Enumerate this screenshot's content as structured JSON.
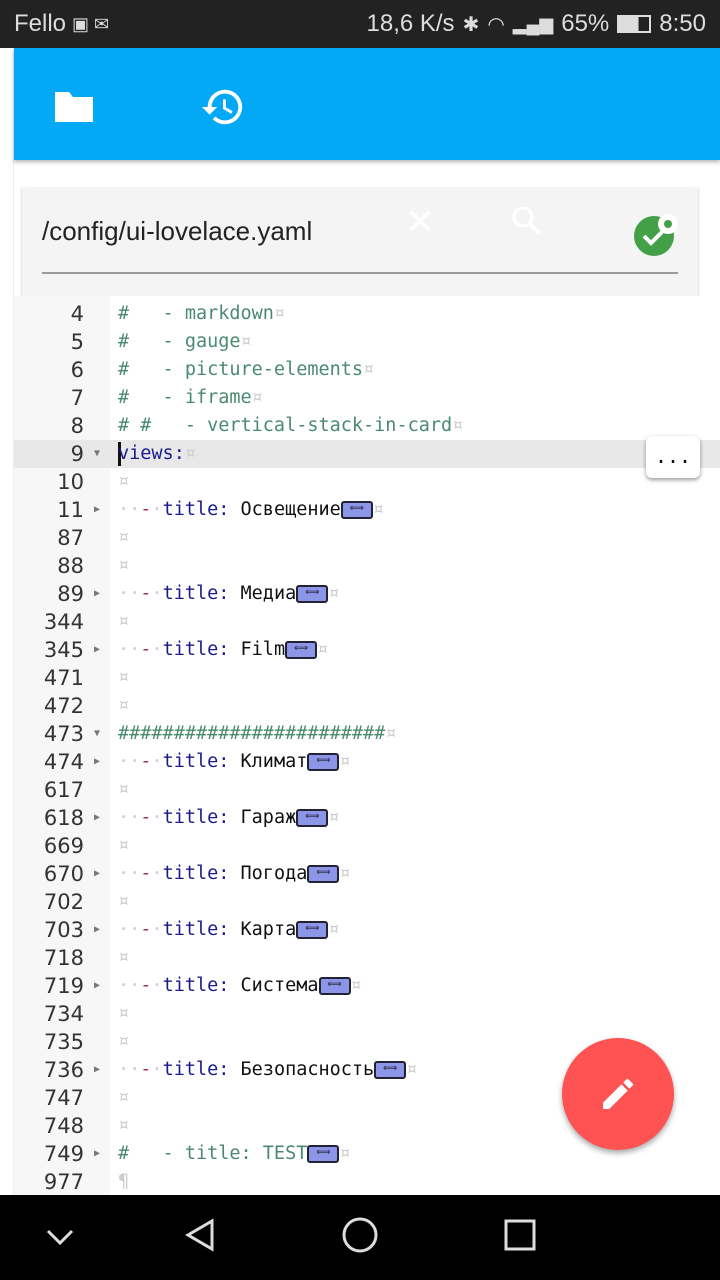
{
  "status_bar": {
    "carrier": "Fello",
    "speed": "18,6 K/s",
    "battery": "65%",
    "time": "8:50"
  },
  "appbar": {
    "icons": [
      "folder-icon",
      "history-icon"
    ]
  },
  "file_card": {
    "path": "/config/ui-lovelace.yaml",
    "icons": [
      "close-icon",
      "search-icon",
      "save-settings-icon"
    ]
  },
  "editor": {
    "more_button": "...",
    "end_marker": "¶",
    "lines": [
      {
        "n": "4",
        "type": "comment",
        "text": "#   - markdown"
      },
      {
        "n": "5",
        "type": "comment",
        "text": "#   - gauge"
      },
      {
        "n": "6",
        "type": "comment",
        "text": "#   - picture-elements"
      },
      {
        "n": "7",
        "type": "comment",
        "text": "#   - iframe"
      },
      {
        "n": "8",
        "type": "comment",
        "text": "# #   - vertical-stack-in-card"
      },
      {
        "n": "9",
        "type": "key",
        "text": "views:",
        "fold": "open",
        "active": true
      },
      {
        "n": "10",
        "type": "empty"
      },
      {
        "n": "11",
        "type": "title",
        "text": "Освещение",
        "fold": "closed"
      },
      {
        "n": "87",
        "type": "empty"
      },
      {
        "n": "88",
        "type": "empty"
      },
      {
        "n": "89",
        "type": "title",
        "text": "Медиа",
        "fold": "closed"
      },
      {
        "n": "344",
        "type": "empty"
      },
      {
        "n": "345",
        "type": "title",
        "text": "Film",
        "fold": "closed"
      },
      {
        "n": "471",
        "type": "empty"
      },
      {
        "n": "472",
        "type": "empty"
      },
      {
        "n": "473",
        "type": "comment",
        "text": "########################",
        "fold": "open"
      },
      {
        "n": "474",
        "type": "title",
        "text": "Климат",
        "fold": "closed"
      },
      {
        "n": "617",
        "type": "empty"
      },
      {
        "n": "618",
        "type": "title",
        "text": "Гараж",
        "fold": "closed"
      },
      {
        "n": "669",
        "type": "empty"
      },
      {
        "n": "670",
        "type": "title",
        "text": "Погода",
        "fold": "closed"
      },
      {
        "n": "702",
        "type": "empty"
      },
      {
        "n": "703",
        "type": "title",
        "text": "Карта",
        "fold": "closed"
      },
      {
        "n": "718",
        "type": "empty"
      },
      {
        "n": "719",
        "type": "title",
        "text": "Система",
        "fold": "closed"
      },
      {
        "n": "734",
        "type": "empty"
      },
      {
        "n": "735",
        "type": "empty"
      },
      {
        "n": "736",
        "type": "title",
        "text": "Безопасность",
        "fold": "closed"
      },
      {
        "n": "747",
        "type": "empty"
      },
      {
        "n": "748",
        "type": "empty"
      },
      {
        "n": "749",
        "type": "comment",
        "text": "#   - title: TEST",
        "fold": "closed",
        "marker": true
      },
      {
        "n": "977",
        "type": "end"
      }
    ],
    "title_key": "title:"
  },
  "colors": {
    "appbar": "#03a9f4",
    "fab": "#ff5252",
    "comment": "#4a8a70",
    "key": "#1a1a8c"
  }
}
